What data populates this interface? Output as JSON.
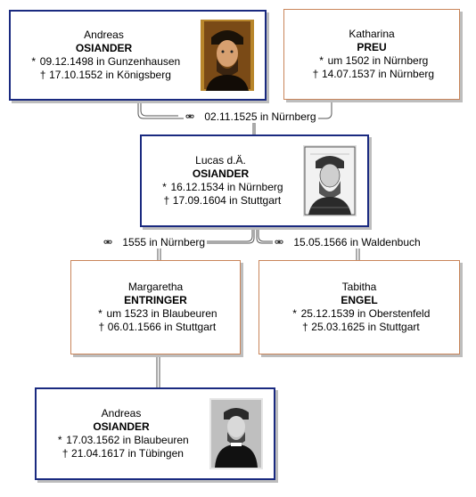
{
  "people": {
    "andreas_sr": {
      "given": "Andreas",
      "surname": "OSIANDER",
      "birth": "09.12.1498 in Gunzenhausen",
      "death": "17.10.1552 in Königsberg",
      "portrait": "portrait-andreas-osiander-icon"
    },
    "katharina": {
      "given": "Katharina",
      "surname": "PREU",
      "birth": "um 1502 in Nürnberg",
      "death": "14.07.1537 in Nürnberg"
    },
    "lucas": {
      "given": "Lucas d.Ä.",
      "surname": "OSIANDER",
      "birth": "16.12.1534 in Nürnberg",
      "death": "17.09.1604 in Stuttgart",
      "portrait": "portrait-lucas-osiander-icon"
    },
    "margaretha": {
      "given": "Margaretha",
      "surname": "ENTRINGER",
      "birth": "um 1523 in Blaubeuren",
      "death": "06.01.1566 in Stuttgart"
    },
    "tabitha": {
      "given": "Tabitha",
      "surname": "ENGEL",
      "birth": "25.12.1539 in Oberstenfeld",
      "death": "25.03.1625 in Stuttgart"
    },
    "andreas_jr": {
      "given": "Andreas",
      "surname": "OSIANDER",
      "birth": "17.03.1562 in Blaubeuren",
      "death": "21.04.1617 in Tübingen",
      "portrait": "portrait-andreas-osiander-jr-icon"
    }
  },
  "marriages": {
    "m1": "02.11.1525 in Nürnberg",
    "m2": "1555 in Nürnberg",
    "m3": "15.05.1566 in Waldenbuch"
  },
  "symbols": {
    "birth": "*",
    "death": "†",
    "marriage": "⚮"
  },
  "colors": {
    "male_border": "#1a2a80",
    "female_border": "#c9855a",
    "shadow": "#bdbdbd"
  }
}
